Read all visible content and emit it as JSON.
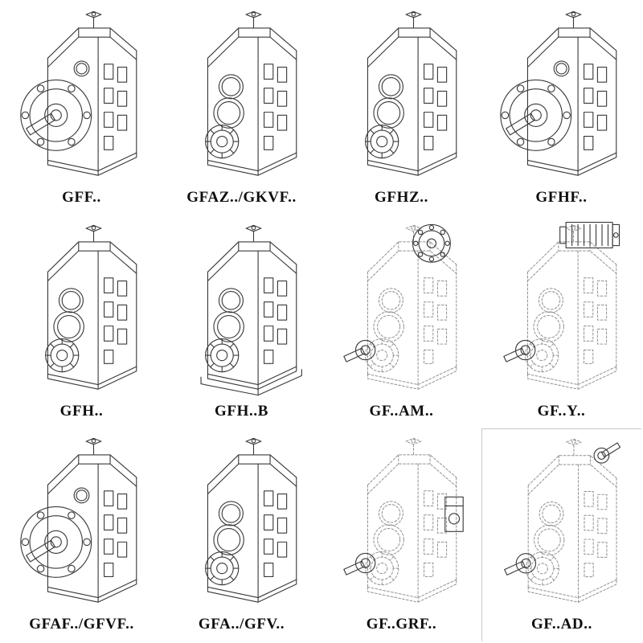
{
  "page": {
    "title": "Gearbox model range catalog",
    "background": "#ffffff"
  },
  "colors": {
    "ink": "#3a3a3a",
    "phantom": "#8f8f8f",
    "label": "#0e0e0e"
  },
  "catalog": {
    "items": [
      {
        "label": "GFF..",
        "style": "solid",
        "view": "housing with output flange and shaft"
      },
      {
        "label": "GFAZ../GKVF..",
        "style": "solid",
        "view": "housing with hollow-bore face"
      },
      {
        "label": "GFHZ..",
        "style": "solid",
        "view": "housing with hollow-bore face"
      },
      {
        "label": "GFHF..",
        "style": "solid",
        "view": "housing with output flange and shaft"
      },
      {
        "label": "GFH..",
        "style": "solid",
        "view": "housing with hollow-bore face"
      },
      {
        "label": "GFH..B",
        "style": "solid",
        "view": "housing with hollow-bore face on base plate"
      },
      {
        "label": "GF..AM..",
        "style": "phantom",
        "view": "phantom housing with top input flange and output shaft"
      },
      {
        "label": "GF..Y..",
        "style": "phantom",
        "view": "phantom housing with mounted motor and output shaft"
      },
      {
        "label": "GFAF../GFVF..",
        "style": "solid",
        "view": "housing with output flange and shaft"
      },
      {
        "label": "GFA../GFV..",
        "style": "solid",
        "view": "housing with hollow-bore face"
      },
      {
        "label": "GF..GRF..",
        "style": "phantom",
        "view": "phantom housing with input adapter and output shaft"
      },
      {
        "label": "GF..AD..",
        "style": "phantom",
        "view": "phantom housing with top input shaft adapter"
      }
    ]
  }
}
